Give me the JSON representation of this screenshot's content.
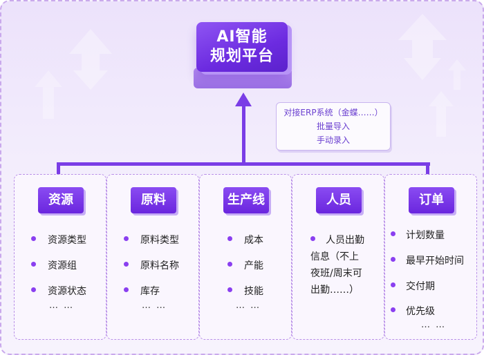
{
  "platform": {
    "line1": "AI智能",
    "line2": "规划平台"
  },
  "import": {
    "lines": [
      "对接ERP系统（金蝶……）",
      "批量导入",
      "手动录入"
    ]
  },
  "cards": [
    {
      "title": "资源",
      "items": [
        "资源类型",
        "资源组",
        "资源状态"
      ],
      "more": "… …"
    },
    {
      "title": "原料",
      "items": [
        "原料类型",
        "原料名称",
        "库存"
      ],
      "more": "… …"
    },
    {
      "title": "生产线",
      "items": [
        "成本",
        "产能",
        "技能"
      ],
      "more": "… …"
    },
    {
      "title": "人员",
      "items": [
        "人员出勤",
        "信息（不上",
        "夜班/周末可",
        "出勤……）"
      ]
    },
    {
      "title": "订单",
      "items": [
        "计划数量",
        "最早开始时间",
        "交付期",
        "优先级"
      ],
      "more": "… …"
    }
  ],
  "colors": {
    "accent": "#7a3de6",
    "frame": "#c9a9ec",
    "bg": "#efe6fb"
  }
}
